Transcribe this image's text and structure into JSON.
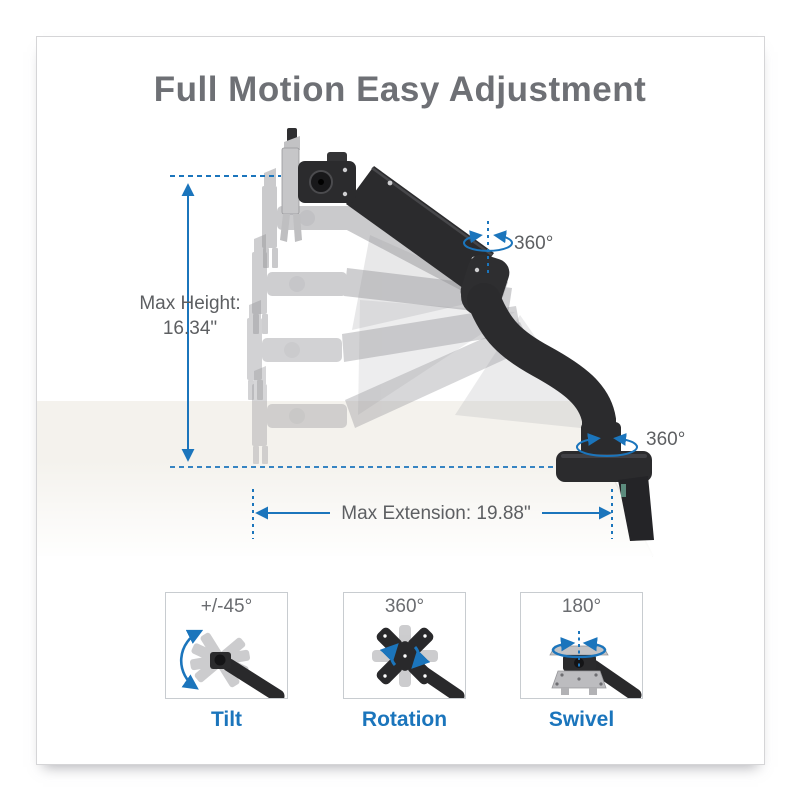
{
  "title": "Full Motion Easy Adjustment",
  "annotations": {
    "max_height_line1": "Max Height:",
    "max_height_line2": "16.34\"",
    "head_rotation": "360°",
    "base_rotation": "360°",
    "max_extension": "Max Extension: 19.88\""
  },
  "features": [
    {
      "angle": "+/-45°",
      "label": "Tilt"
    },
    {
      "angle": "360°",
      "label": "Rotation"
    },
    {
      "angle": "180°",
      "label": "Swivel"
    }
  ],
  "colors": {
    "accent_blue": "#1b75bc",
    "title_gray": "#6e7075",
    "text_gray": "#5d5f62",
    "arm_black": "#2b2b2d",
    "ghost_gray": "#96969a",
    "desk_beige": "#f4f2ed"
  }
}
